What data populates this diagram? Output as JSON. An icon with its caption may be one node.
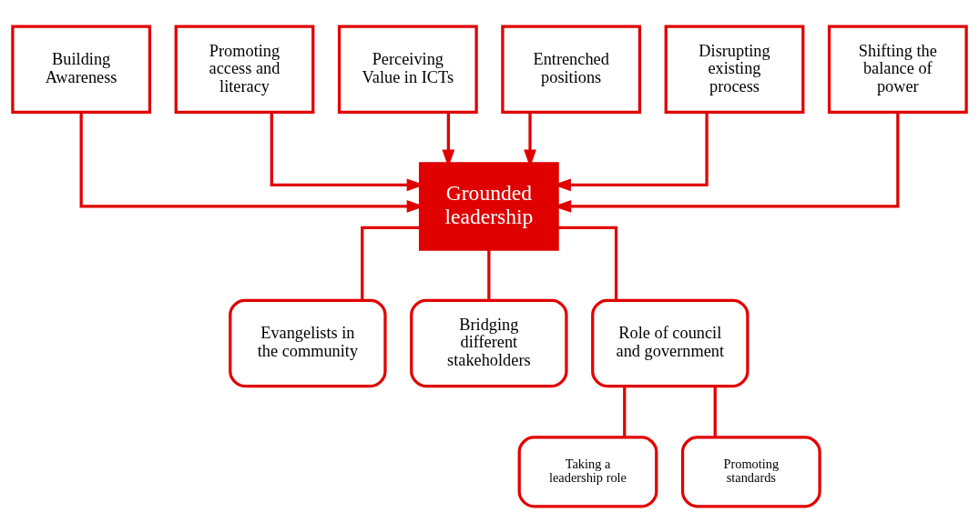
{
  "diagram": {
    "nodes": [
      {
        "text": [
          "Building Awareness"
        ]
      },
      {
        "text": [
          "Promoting access and literacy"
        ]
      },
      {
        "text": [
          "Perceiving Value in ICTs"
        ]
      },
      {
        "text": [
          "Entrenched positions"
        ]
      },
      {
        "text": [
          "Disrupting existing process"
        ]
      },
      {
        "text": [
          "Shifting the balance of power"
        ]
      },
      {
        "text": [
          "Grounded leadership"
        ]
      },
      {
        "text": [
          "Evangelists in the community"
        ]
      },
      {
        "text": [
          "Bridging different stakeholders"
        ]
      },
      {
        "text": [
          "Role of council and government"
        ]
      },
      {
        "text": [
          "Taking a leadership role"
        ]
      },
      {
        "text": [
          "Promoting standards"
        ]
      }
    ],
    "edges": [
      {
        "from": 0,
        "to": 6,
        "arrow": "to"
      },
      {
        "from": 1,
        "to": 6,
        "arrow": "to"
      },
      {
        "from": 2,
        "to": 6,
        "arrow": "to"
      },
      {
        "from": 3,
        "to": 6,
        "arrow": "to"
      },
      {
        "from": 4,
        "to": 6,
        "arrow": "to"
      },
      {
        "from": 5,
        "to": 6,
        "arrow": "to"
      },
      {
        "from": 6,
        "to": 7,
        "arrow": "none"
      },
      {
        "from": 6,
        "to": 8,
        "arrow": "none"
      },
      {
        "from": 6,
        "to": 9,
        "arrow": "none"
      },
      {
        "from": 9,
        "to": 10,
        "arrow": "none"
      },
      {
        "from": 9,
        "to": 11,
        "arrow": "none"
      }
    ]
  }
}
